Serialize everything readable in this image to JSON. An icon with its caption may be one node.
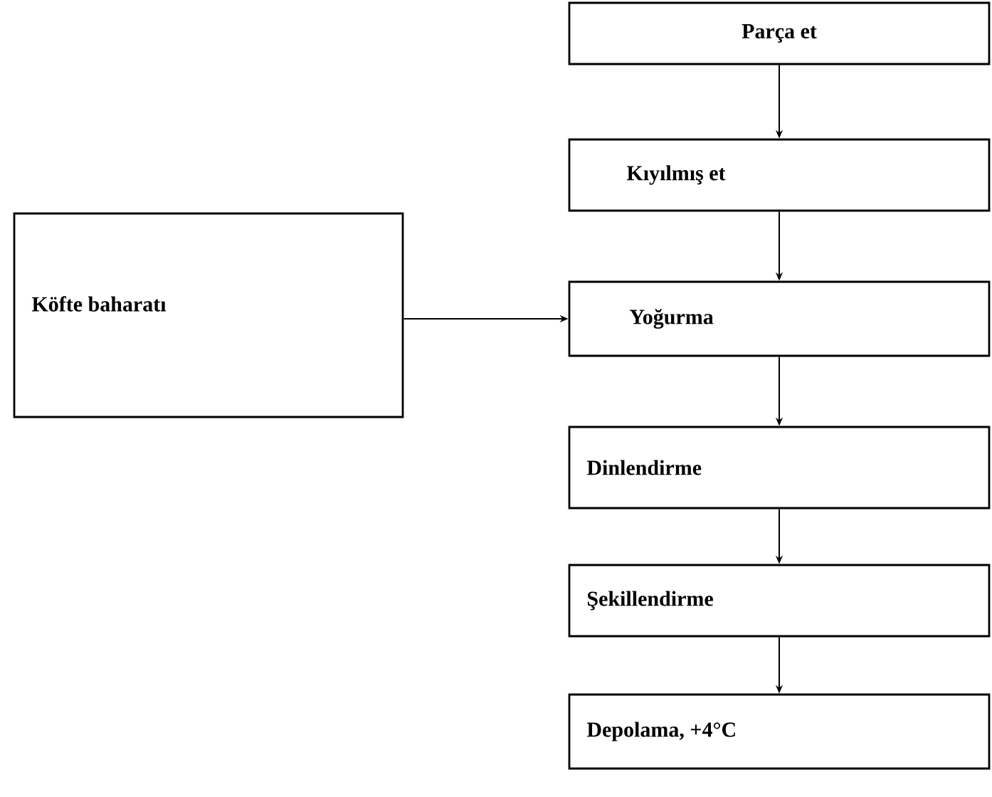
{
  "diagram": {
    "nodes": [
      {
        "text": [
          "Parça et"
        ]
      },
      {
        "text": [
          "Kıyılmış et"
        ]
      },
      {
        "text": [
          "Köfte baharatı"
        ]
      },
      {
        "text": [
          "Yoğurma"
        ]
      },
      {
        "text": [
          "Dinlendirme"
        ]
      },
      {
        "text": [
          "Şekillendirme"
        ]
      },
      {
        "text": [
          "Depolama, +4°C"
        ]
      }
    ],
    "edges": [
      {
        "from": 0,
        "to": 1,
        "arrow": "to"
      },
      {
        "from": 1,
        "to": 3,
        "arrow": "to"
      },
      {
        "from": 2,
        "to": 3,
        "arrow": "to"
      },
      {
        "from": 3,
        "to": 4,
        "arrow": "to"
      },
      {
        "from": 4,
        "to": 5,
        "arrow": "to"
      },
      {
        "from": 5,
        "to": 6,
        "arrow": "to"
      }
    ]
  }
}
